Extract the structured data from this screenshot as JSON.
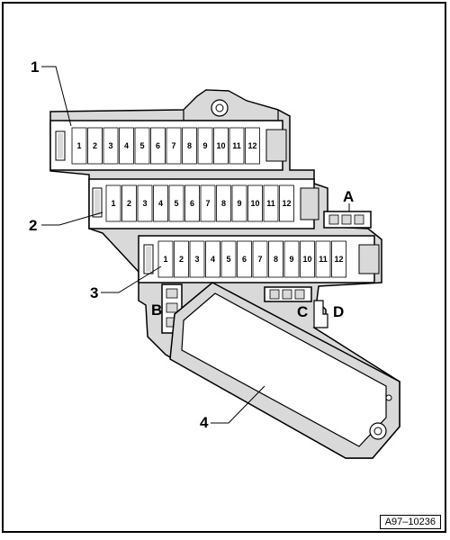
{
  "figure_id": "A97–10236",
  "callouts": {
    "one": "1",
    "two": "2",
    "three": "3",
    "four": "4",
    "a": "A",
    "b": "B",
    "c": "C",
    "d": "D"
  },
  "fuse_rows": [
    {
      "label": "1",
      "positions": [
        "1",
        "2",
        "3",
        "4",
        "5",
        "6",
        "7",
        "8",
        "9",
        "10",
        "11",
        "12"
      ]
    },
    {
      "label": "2",
      "positions": [
        "1",
        "2",
        "3",
        "4",
        "5",
        "6",
        "7",
        "8",
        "9",
        "10",
        "11",
        "12"
      ]
    },
    {
      "label": "3",
      "positions": [
        "1",
        "2",
        "3",
        "4",
        "5",
        "6",
        "7",
        "8",
        "9",
        "10",
        "11",
        "12"
      ]
    }
  ]
}
